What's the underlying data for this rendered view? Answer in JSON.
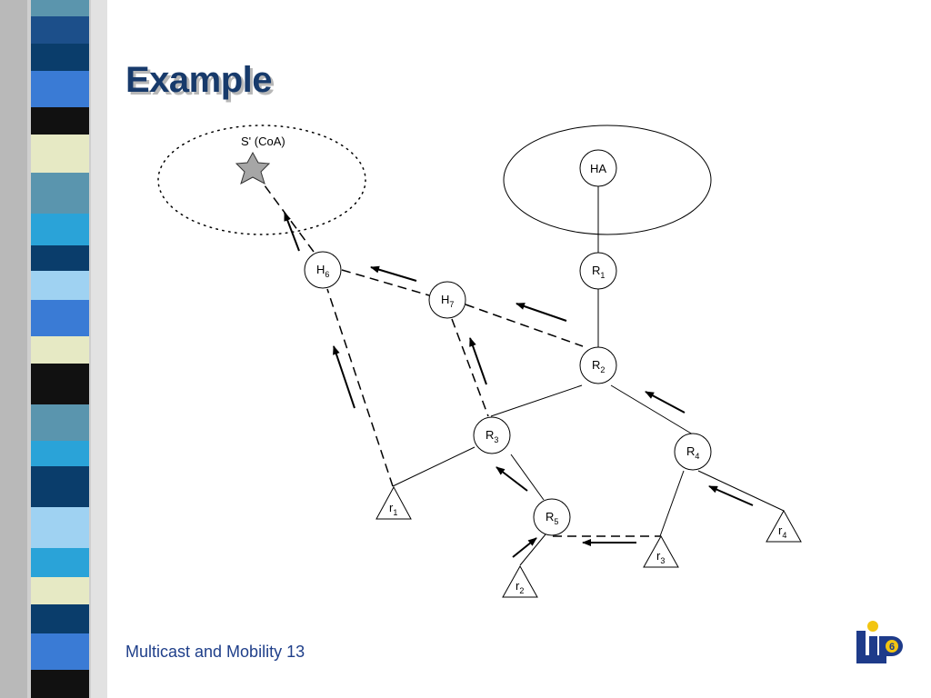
{
  "slide": {
    "title": "Example",
    "footer": "Multicast and Mobility 13"
  },
  "logo": {
    "text": "LIP6"
  },
  "diagram": {
    "source_label": "S' (CoA)",
    "home_agent_label": "HA",
    "nodes": {
      "HA": {
        "main": "HA",
        "sub": ""
      },
      "R1": {
        "main": "R",
        "sub": "1"
      },
      "R2": {
        "main": "R",
        "sub": "2"
      },
      "R3": {
        "main": "R",
        "sub": "3"
      },
      "R4": {
        "main": "R",
        "sub": "4"
      },
      "R5": {
        "main": "R",
        "sub": "5"
      },
      "H6": {
        "main": "H",
        "sub": "6"
      },
      "H7": {
        "main": "H",
        "sub": "7"
      }
    },
    "receivers": {
      "r1": {
        "main": "r",
        "sub": "1"
      },
      "r2": {
        "main": "r",
        "sub": "2"
      },
      "r3": {
        "main": "r",
        "sub": "3"
      },
      "r4": {
        "main": "r",
        "sub": "4"
      }
    }
  },
  "colors": {
    "title": "#173a6b",
    "footer": "#1f3f8a",
    "star": "#a6a6a6"
  }
}
